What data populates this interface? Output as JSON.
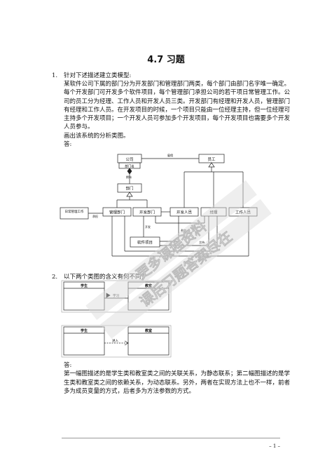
{
  "title": "4.7  习题",
  "q1": {
    "num": "1.",
    "question": "针对下述描述建立类模型:",
    "desc": [
      "某软件公司下属的部门分为开发部门和管理部门两类，每个部门由部门名字唯一确定。",
      "每个开发部门可开发多个软件项目，每个管理部门承担公司的若干项日常管理工作。公",
      "司的员工分为经理、工作人员和开发人员三类。开发部门有经理和开发人员，管理部门",
      "有经理和工作人员。在开发项目的时候，一个项目只能由一位经理主持，但一位经理可",
      "主持多个开发项目；一个开发人员可参加多个开发项目，每个开发项目也需要多个开发",
      "人员参与。"
    ],
    "task": "画出该系统的分析类图。",
    "answer_label": "答:",
    "diagram": {
      "company": "公司",
      "employee": "员工",
      "dept_name": "部门名",
      "employ": "雇佣",
      "dept": "部门",
      "daily_work": "日常管理工作",
      "mgmt_dept": "管理部门",
      "dev_dept": "开发部门",
      "developer": "开发人员",
      "manager": "经理",
      "worker": "工作人员",
      "project": "软件项目",
      "undertake": "承担",
      "develop": "开发",
      "host": "主持",
      "participate": "参加",
      "owns": "拥有"
    }
  },
  "q2": {
    "num": "2.",
    "question": "以下两个类图的含义有何不同?",
    "diagram": {
      "student": "学生",
      "classroom": "教室",
      "study_in": "学习",
      "enter": "进入"
    },
    "answer_label": "答:",
    "answer": [
      "第一幅图描述的是学生类和教室类之间的关联关系，为静态联系；第二幅图描述的是学",
      "生类和教室类之间的依赖关系，为动态联系。另外，两者在实现方法上也不一样，前者",
      "多为成员变量的方式，后者多为方法参数的方式。"
    ]
  },
  "watermark": [
    "更多课程资料",
    "课后习题答案尽在"
  ],
  "page_number": "– 1 –"
}
